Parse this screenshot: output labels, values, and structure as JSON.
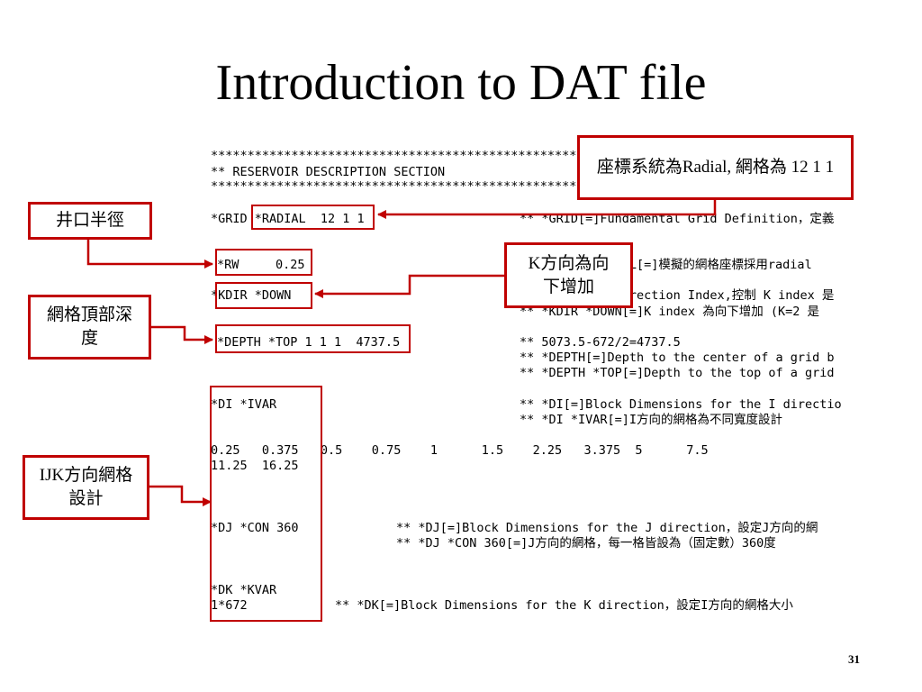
{
  "slide": {
    "title": "Introduction to DAT file",
    "page_number": "31"
  },
  "code": {
    "stars1": "**********************************************************",
    "section": "** RESERVOIR DESCRIPTION SECTION",
    "stars2": "**********************************************************",
    "grid_kw": "*GRID *RADIAL  12 1 1",
    "grid_cmt": "** *GRID[=]Fundamental Grid Definition，定義",
    "rw_kw": "*RW     0.25",
    "rw_cmt": "** *GRID *RADIAL[=]模擬的網格座標採用radial",
    "kdir_kw": "*KDIR *DOWN",
    "kdir_cmt1": "** *KDIR[=]K Direction Index,控制 K index 是",
    "kdir_cmt2": "** *KDIR *DOWN[=]K index 為向下增加 (K=2 是",
    "depth_kw": "*DEPTH *TOP 1 1 1  4737.5",
    "depth_cmt1": "** 5073.5-672/2=4737.5",
    "depth_cmt2": "** *DEPTH[=]Depth to the center of a grid b",
    "depth_cmt3": "** *DEPTH *TOP[=]Depth to the top of a grid",
    "di_kw": "*DI *IVAR",
    "di_cmt1": "** *DI[=]Block Dimensions for the I directio",
    "di_cmt2": "** *DI *IVAR[=]I方向的網格為不同寬度設計",
    "di_vals1": "0.25   0.375   0.5    0.75    1      1.5    2.25   3.375  5      7.5",
    "di_vals2": "11.25  16.25",
    "dj_kw": "*DJ *CON 360",
    "dj_cmt1": "** *DJ[=]Block Dimensions for the J direction，設定J方向的網",
    "dj_cmt2": "** *DJ *CON 360[=]J方向的網格，每一格皆設為（固定數）360度",
    "dk_kw": "*DK *KVAR",
    "dk_val": "1*672",
    "dk_cmt": "** *DK[=]Block Dimensions for the K direction，設定I方向的網格大小"
  },
  "callouts": {
    "well_radius": "井口半徑",
    "grid_top_depth": "網格頂部深度",
    "ijk_design": "IJK方向網格設計",
    "radial_grid": "座標系統為Radial, 網格為 12 1 1",
    "k_direction": "K方向為向下增加"
  },
  "colors": {
    "accent": "#c00000",
    "text": "#000000",
    "background": "#ffffff"
  }
}
